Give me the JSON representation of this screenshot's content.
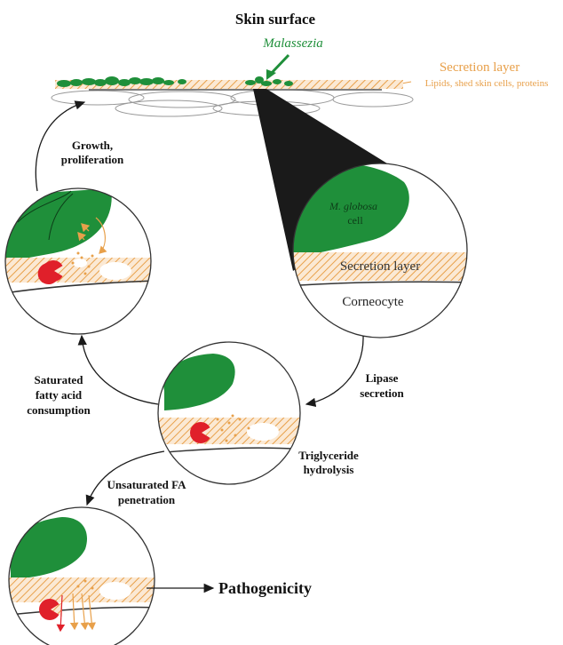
{
  "title": "Skin surface",
  "organism_label": "Malassezia",
  "secretion_layer": {
    "title": "Secretion layer",
    "subtitle": "Lipids, shed skin cells, proteins"
  },
  "zoom_circle": {
    "cell_label_species": "M. globosa",
    "cell_label_word": "cell",
    "layer_label": "Secretion layer",
    "corneocyte_label": "Corneocyte"
  },
  "steps": {
    "growth_line1": "Growth,",
    "growth_line2": "proliferation",
    "saturated_line1": "Saturated",
    "saturated_line2": "fatty acid",
    "saturated_line3": "consumption",
    "lipase_line1": "Lipase",
    "lipase_line2": "secretion",
    "triglyceride_line1": "Triglyceride",
    "triglyceride_line2": "hydrolysis",
    "unsaturated_line1": "Unsaturated FA",
    "unsaturated_line2": "penetration"
  },
  "outcome": "Pathogenicity",
  "colors": {
    "green": "#1f8f3a",
    "orange": "#e8a04a",
    "red": "#e0202a",
    "dark": "#1a1a1a"
  }
}
